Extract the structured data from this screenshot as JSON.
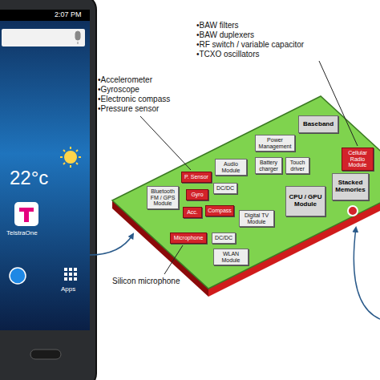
{
  "diagram": {
    "nodes": [
      {
        "text": [
          "Baseband"
        ]
      },
      {
        "text": [
          "Power Management"
        ]
      },
      {
        "text": [
          "Cellular Radio Module"
        ]
      },
      {
        "text": [
          "Audio Module"
        ]
      },
      {
        "text": [
          "DC/DC"
        ]
      },
      {
        "text": [
          "Battery charger"
        ]
      },
      {
        "text": [
          "Touch driver"
        ]
      },
      {
        "text": [
          "P. Sensor"
        ]
      },
      {
        "text": [
          "Stacked Memories"
        ]
      },
      {
        "text": [
          "Bluetooth FM / GPS Module"
        ]
      },
      {
        "text": [
          "Gyro"
        ]
      },
      {
        "text": [
          "CPU / GPU Module"
        ]
      },
      {
        "text": [
          "Compass"
        ]
      },
      {
        "text": [
          "Acc."
        ]
      },
      {
        "text": [
          "Digital TV Module"
        ]
      },
      {
        "text": [
          "DC/DC"
        ]
      },
      {
        "text": [
          "Microphone"
        ]
      },
      {
        "text": [
          "WLAN Module"
        ]
      }
    ],
    "labels": [
      "•BAW filters",
      "•BAW duplexers",
      "•RF switch / variable capacitor",
      "•TCXO oscillators",
      "•Accelerometer",
      "•Gyroscope",
      "•Electronic compass",
      "•Pressure sensor",
      "Silicon microphone",
      "2:07 PM",
      "22°c",
      "TelstraOne",
      "Apps"
    ]
  }
}
